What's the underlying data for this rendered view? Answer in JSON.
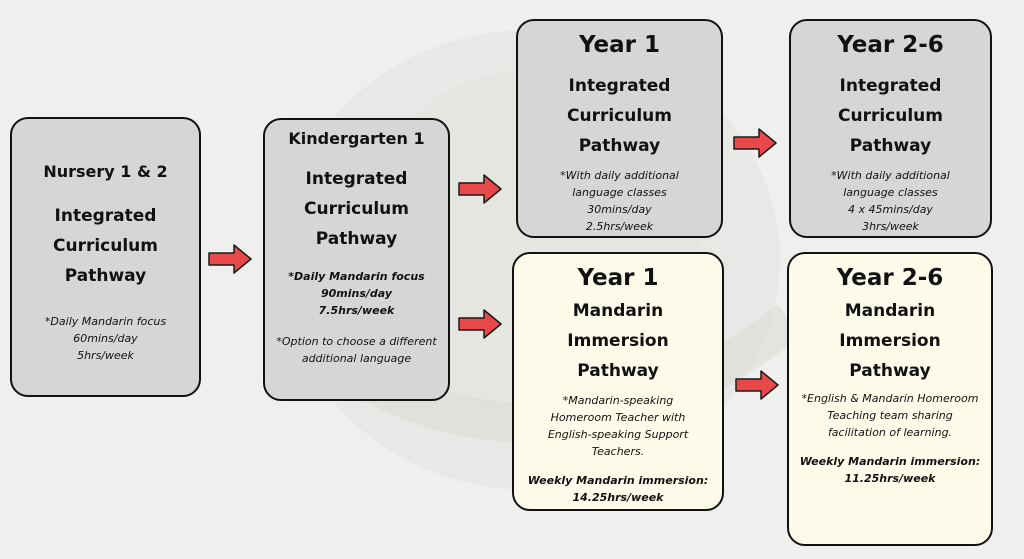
{
  "boxes": {
    "nursery": {
      "title": "Nursery 1 & 2",
      "pathway": [
        "Integrated",
        "Curriculum",
        "Pathway"
      ],
      "notes": [
        "*Daily Mandarin focus",
        "60mins/day",
        "5hrs/week"
      ]
    },
    "kindergarten": {
      "title": "Kindergarten 1",
      "pathway": [
        "Integrated",
        "Curriculum",
        "Pathway"
      ],
      "notes_bold": [
        "*Daily Mandarin focus",
        "90mins/day",
        "7.5hrs/week"
      ],
      "notes": [
        "*Option to choose a different",
        "additional language"
      ]
    },
    "year1_integrated": {
      "title": "Year 1",
      "pathway": [
        "Integrated",
        "Curriculum Pathway"
      ],
      "notes": [
        "*With daily additional",
        "language classes",
        "30mins/day",
        "2.5hrs/week"
      ]
    },
    "year26_integrated": {
      "title": "Year 2-6",
      "pathway": [
        "Integrated",
        "Curriculum Pathway"
      ],
      "notes": [
        "*With daily additional",
        "language classes",
        "4 x 45mins/day",
        "3hrs/week"
      ]
    },
    "year1_mandarin": {
      "title": "Year 1",
      "pathway": [
        "Mandarin Immersion",
        "Pathway"
      ],
      "notes": [
        "*Mandarin-speaking",
        "Homeroom Teacher with",
        "English-speaking Support",
        "Teachers."
      ],
      "notes_bold": [
        "Weekly Mandarin immersion:",
        "14.25hrs/week"
      ]
    },
    "year26_mandarin": {
      "title": "Year 2-6",
      "pathway": [
        "Mandarin",
        "Immersion",
        "Pathway"
      ],
      "notes": [
        "*English & Mandarin Homeroom",
        "Teaching team sharing",
        "facilitation of learning."
      ],
      "notes_bold": [
        "Weekly Mandarin immersion:",
        "11.25hrs/week"
      ]
    }
  },
  "colors": {
    "grey_box": "#d6d6d6",
    "cream_box": "#fdfbea",
    "arrow_fill": "#e8484a",
    "arrow_stroke": "#1a1a1a",
    "background": "#efefed"
  },
  "icons": {
    "arrow": "right-arrow-icon",
    "background": "school-crest-watermark"
  }
}
